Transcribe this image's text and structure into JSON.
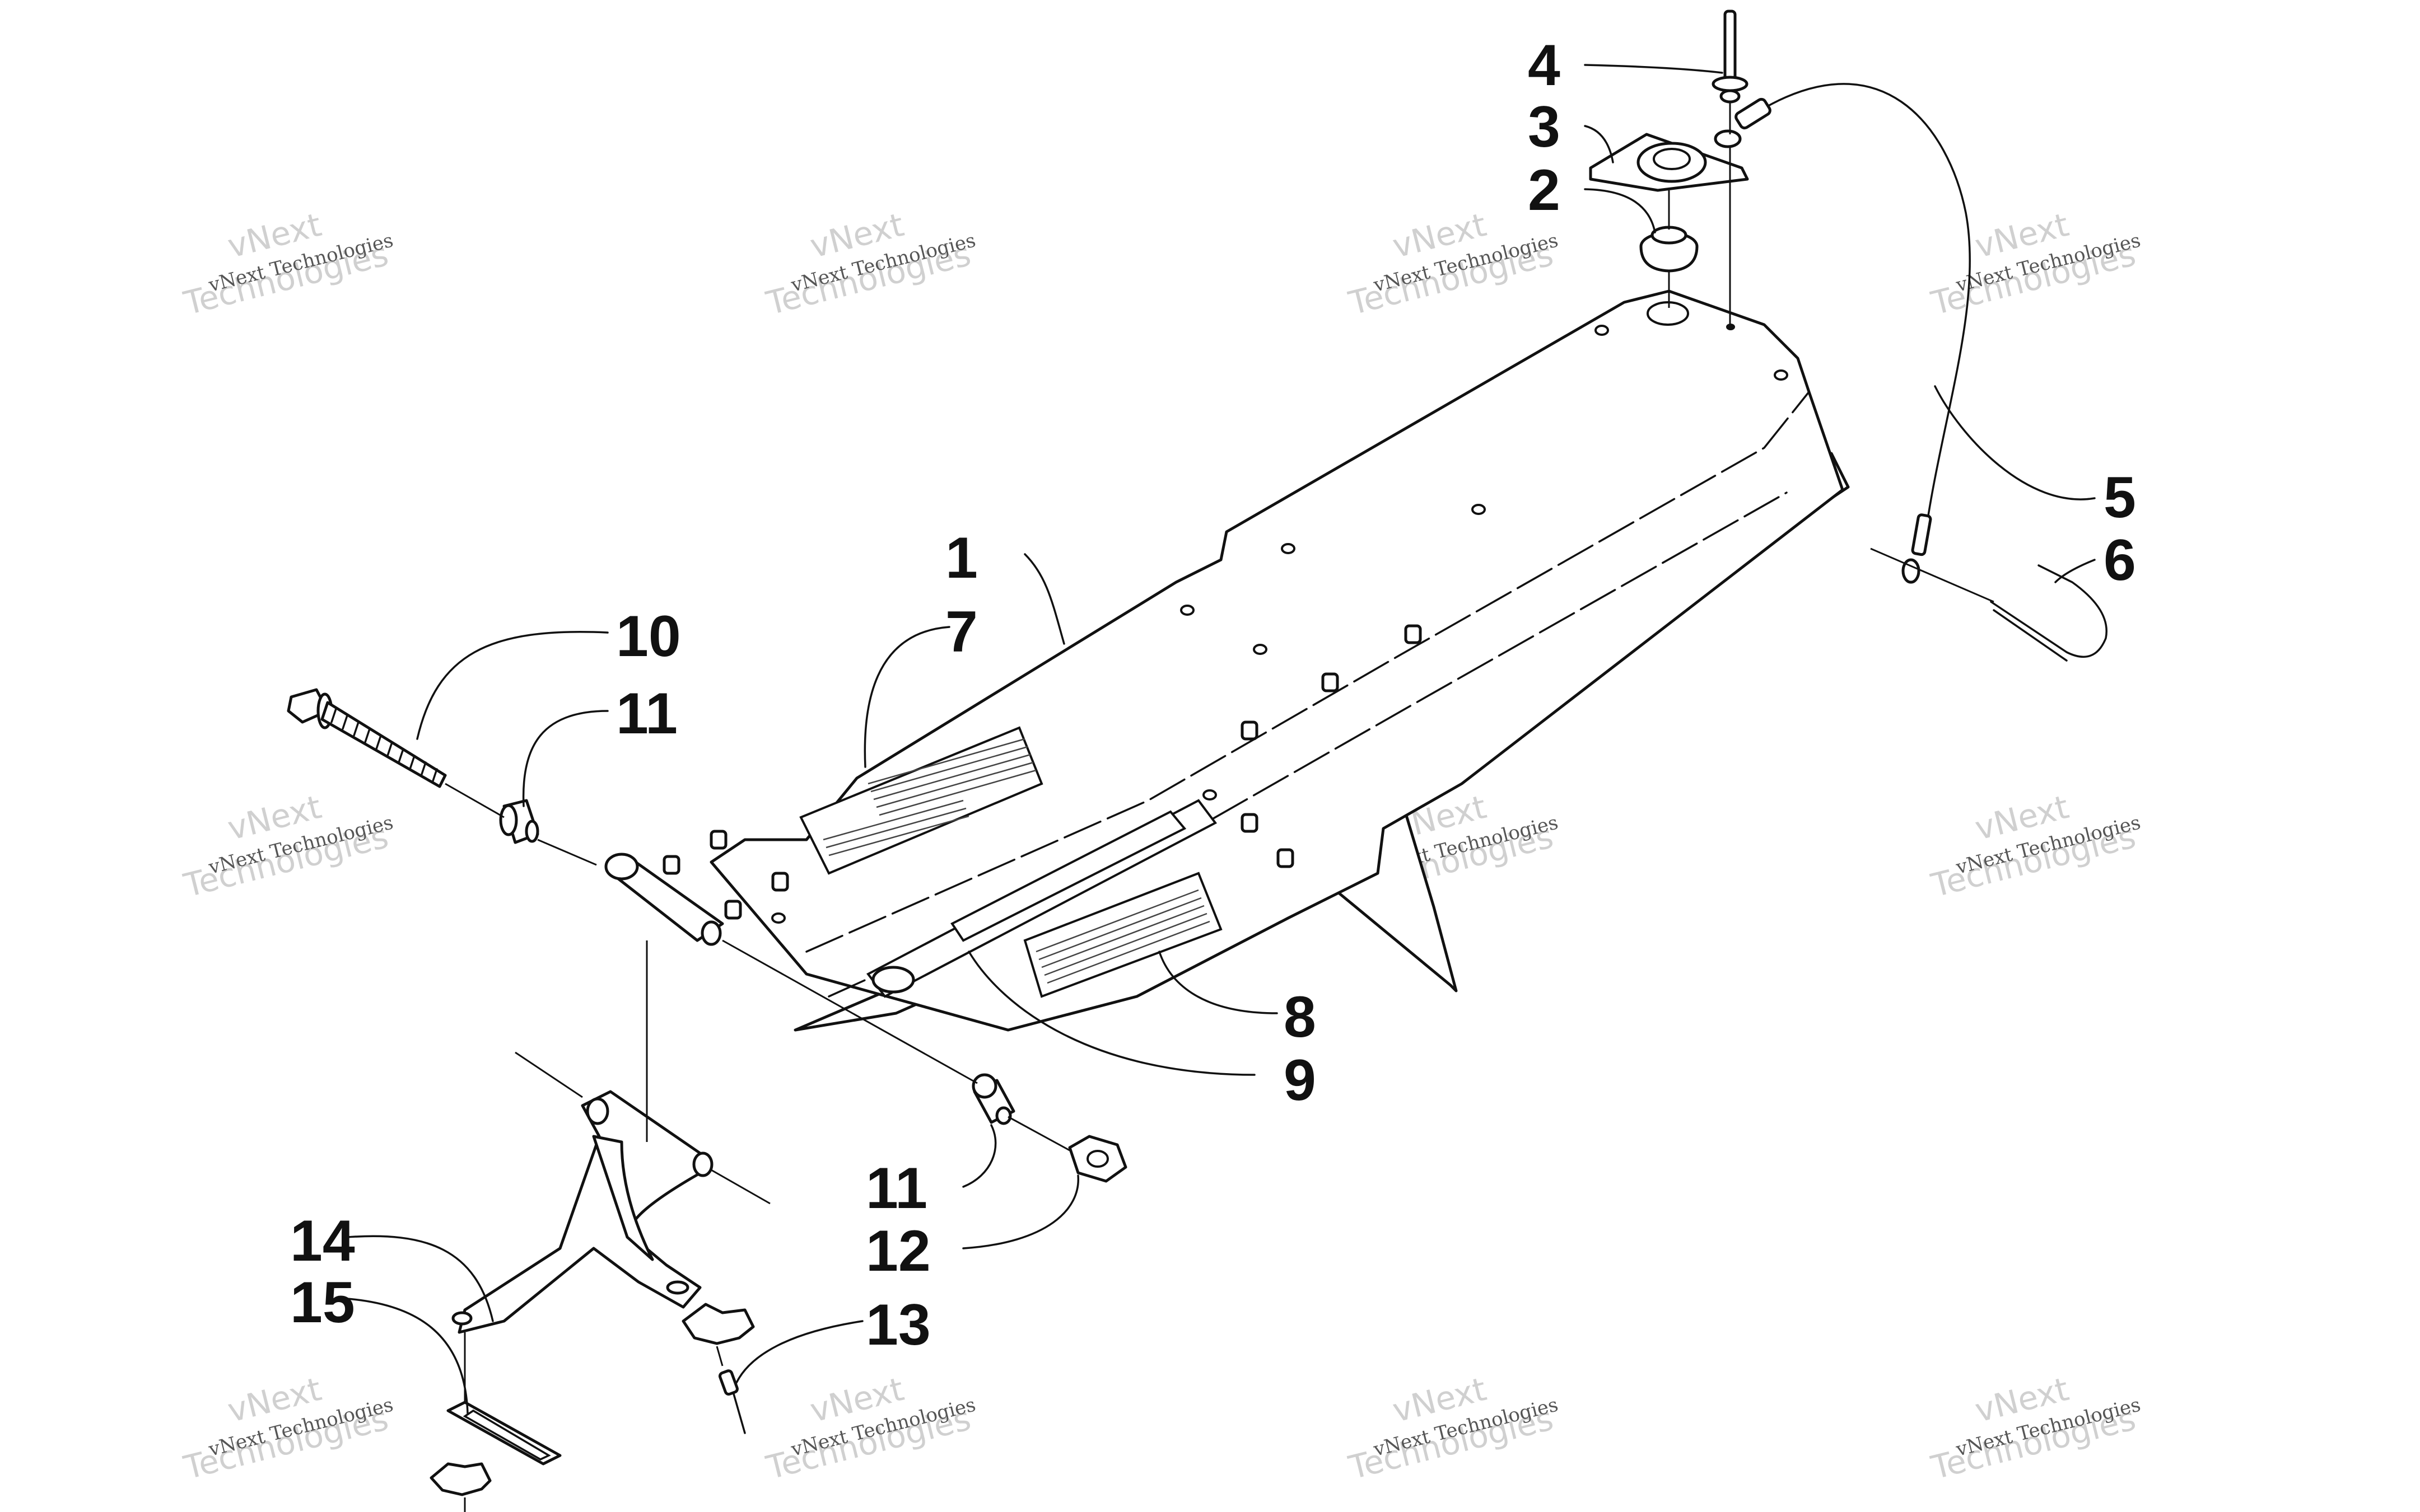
{
  "callouts": [
    {
      "id": "1",
      "label": "1"
    },
    {
      "id": "2",
      "label": "2"
    },
    {
      "id": "3",
      "label": "3"
    },
    {
      "id": "4",
      "label": "4"
    },
    {
      "id": "5",
      "label": "5"
    },
    {
      "id": "6",
      "label": "6"
    },
    {
      "id": "7",
      "label": "7"
    },
    {
      "id": "8",
      "label": "8"
    },
    {
      "id": "9",
      "label": "9"
    },
    {
      "id": "10",
      "label": "10"
    },
    {
      "id": "11a",
      "label": "11"
    },
    {
      "id": "11b",
      "label": "11"
    },
    {
      "id": "12",
      "label": "12"
    },
    {
      "id": "13",
      "label": "13"
    },
    {
      "id": "14",
      "label": "14"
    },
    {
      "id": "15",
      "label": "15"
    }
  ],
  "watermark": {
    "small": "vNext Technologies",
    "big_top": "vNext",
    "big_bottom": "Technologies"
  },
  "colors": {
    "line": "#111111",
    "watermark_text": "#555555",
    "watermark_ghost": "#d0d0d0",
    "background": "#ffffff"
  }
}
